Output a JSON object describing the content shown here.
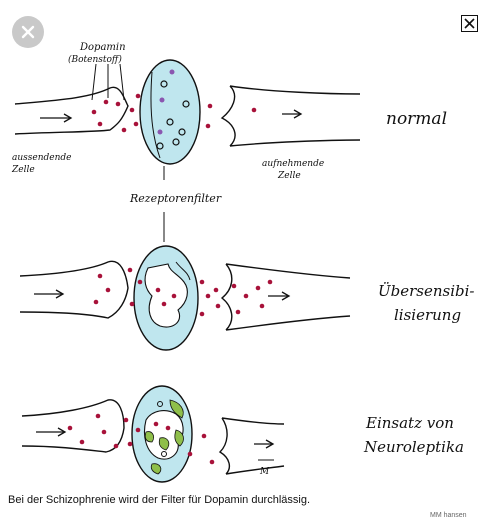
{
  "viewer": {
    "close_button": "close-icon",
    "close_box": "close-box-icon"
  },
  "labels": {
    "dopamin": "Dopamin",
    "botenstoff": "(Botenstoff)",
    "aussendende_1": "aussendende",
    "aussendende_2": "Zelle",
    "aufnehmende_1": "aufnehmende",
    "aufnehmende_2": "Zelle",
    "rezeptorenfilter": "Rezeptorenfilter",
    "normal": "normal",
    "uber_1": "Übersensibi-",
    "uber_2": "lisierung",
    "einsatz_1": "Einsatz von",
    "einsatz_2": "Neuroleptika",
    "pill": "M"
  },
  "caption": "Bei der Schizophrenie wird der Filter für Dopamin durchlässig.",
  "credit": "MM hansen",
  "colors": {
    "dot": "#a8123a",
    "filter": "#bfe6ee",
    "green": "#8fbf4a",
    "purple": "#8a56b0"
  }
}
